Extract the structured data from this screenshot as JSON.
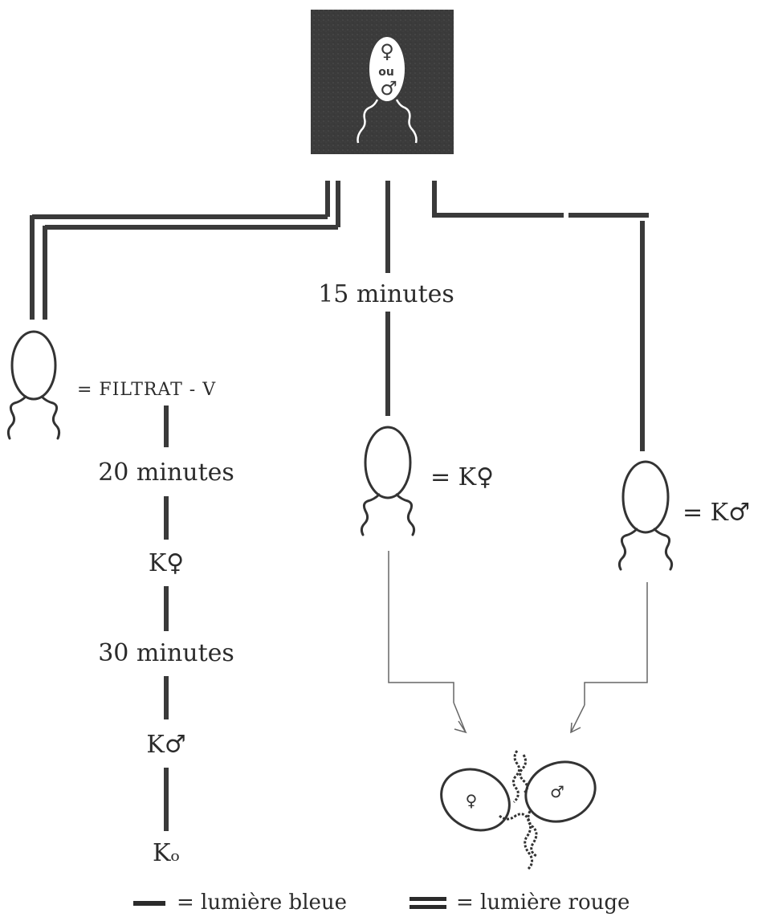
{
  "top_box": {
    "symbol_female": "♀",
    "connector": "ou",
    "symbol_male": "♂"
  },
  "left_branch": {
    "filtrat_label": "= FILTRAT - V",
    "step1_time": "20 minutes",
    "result1": "K♀",
    "step2_time": "30 minutes",
    "result2": "K♂",
    "result3": "Kₒ"
  },
  "middle_branch": {
    "time": "15 minutes",
    "result": "= K♀"
  },
  "right_branch": {
    "result": "= K♂"
  },
  "mating": {
    "female_symbol": "♀",
    "male_symbol": "♂"
  },
  "legend": {
    "single_line_label": "= lumière bleue",
    "double_line_label": "= lumière rouge"
  },
  "colors": {
    "box_fill": "#3b3b3b",
    "ink": "#2b2b2b"
  }
}
